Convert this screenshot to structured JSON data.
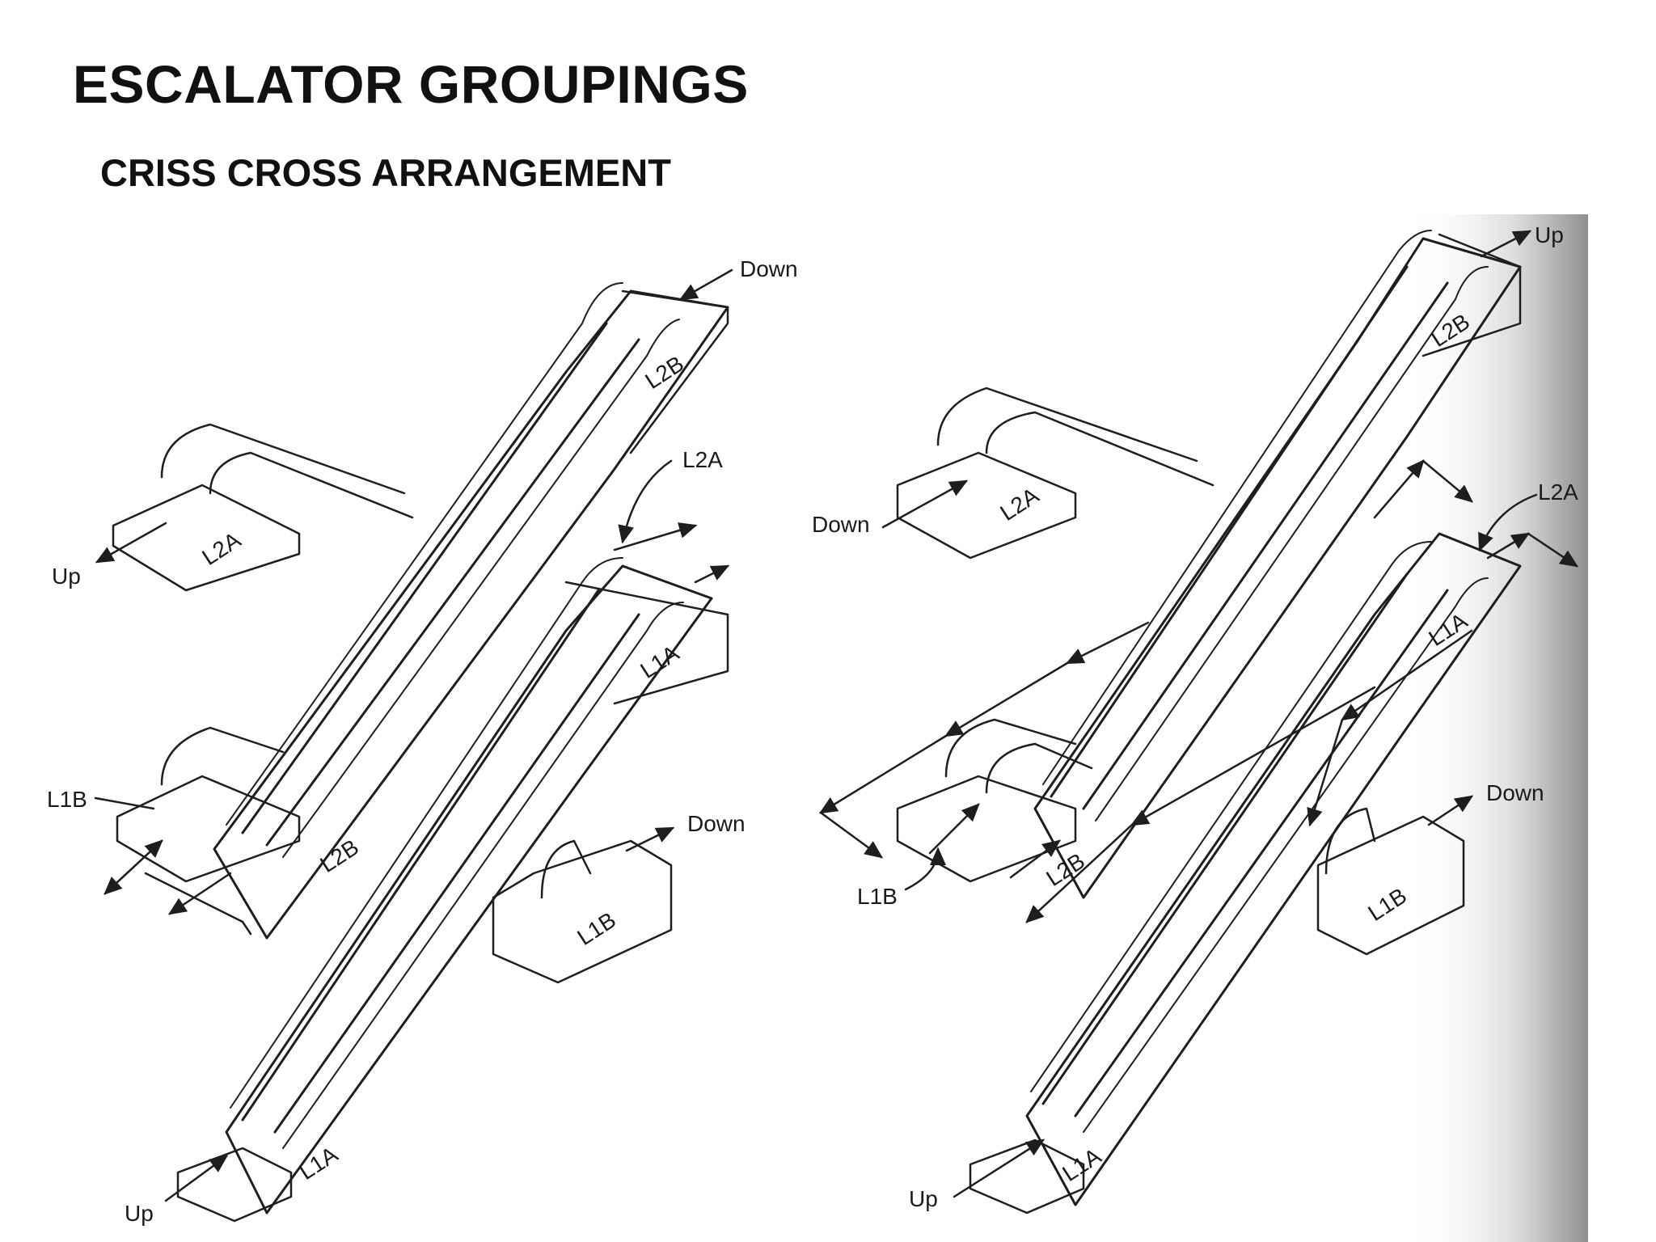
{
  "title": "ESCALATOR GROUPINGS",
  "subtitle": "CRISS CROSS ARRANGEMENT",
  "left_diagram": {
    "label_down_top": "Down",
    "label_l2b_top": "L2B",
    "label_l2a_callout": "L2A",
    "label_l2a_landing": "L2A",
    "label_up_left": "Up",
    "label_l1a_mid": "L1A",
    "label_l1b_callout": "L1B",
    "label_l2b_bottom": "L2B",
    "label_down_right": "Down",
    "label_l1b_bottom": "L1B",
    "label_l1a_bottom": "L1A",
    "label_up_bottom": "Up"
  },
  "right_diagram": {
    "label_up_top": "Up",
    "label_l2b_top": "L2B",
    "label_down_left": "Down",
    "label_l2a_landing": "L2A",
    "label_l2a_callout": "L2A",
    "label_l1a_mid": "L1A",
    "label_down_right": "Down",
    "label_l1b_right": "L1B",
    "label_l1b_callout": "L1B",
    "label_l2b_bottom": "L2B",
    "label_l1a_bottom": "L1A",
    "label_up_bottom": "Up"
  },
  "colors": {
    "ink": "#1e1e1e",
    "background": "#ffffff",
    "page_shadow": "#bdbdbd"
  }
}
